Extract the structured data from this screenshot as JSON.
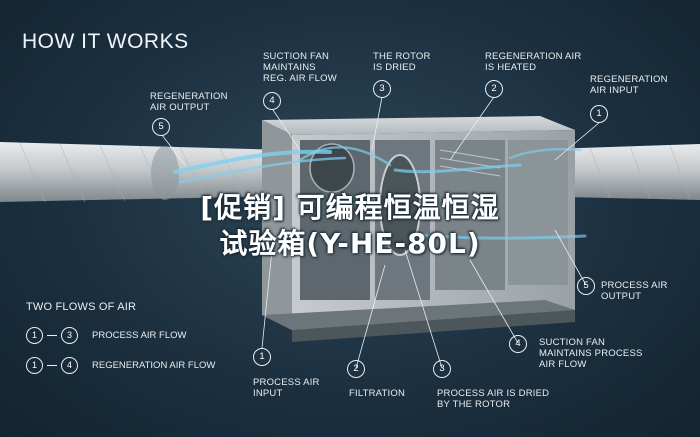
{
  "title": "HOW IT WORKS",
  "labels": {
    "regen_output": "REGENERATION\nAIR OUTPUT",
    "suction_regen": "SUCTION FAN\nMAINTAINS\nREG. AIR FLOW",
    "rotor_dried": "THE ROTOR\nIS DRIED",
    "regen_heated": "REGENERATION AIR\nIS HEATED",
    "regen_input": "REGENERATION\nAIR INPUT",
    "process_output": "PROCESS AIR\nOUTPUT",
    "suction_process": "SUCTION FAN\nMAINTAINS PROCESS\nAIR FLOW",
    "process_input": "PROCESS AIR\nINPUT",
    "filtration": "FILTRATION",
    "process_dried": "PROCESS AIR IS DRIED\nBY THE ROTOR"
  },
  "numbers": {
    "top_5": "5",
    "top_4": "4",
    "top_3": "3",
    "top_2": "2",
    "top_1": "1",
    "right_5": "5",
    "right_4": "4",
    "bottom_1": "1",
    "bottom_2": "2",
    "bottom_3": "3"
  },
  "legend": {
    "heading": "TWO FLOWS OF AIR",
    "rows": [
      {
        "from": "1",
        "to": "3",
        "text": "PROCESS AIR FLOW"
      },
      {
        "from": "1",
        "to": "4",
        "text": "REGENERATION AIR FLOW"
      }
    ]
  },
  "overlay": {
    "line1": "[促销] 可编程恒温恒湿",
    "line2": "试验箱(Y-HE-80L)"
  },
  "colors": {
    "background": "#1c3040",
    "label": "#e8eef2",
    "airflow": "#7fd0f0",
    "duct": "#c9cdd0",
    "unit": "#b9bdc0"
  }
}
